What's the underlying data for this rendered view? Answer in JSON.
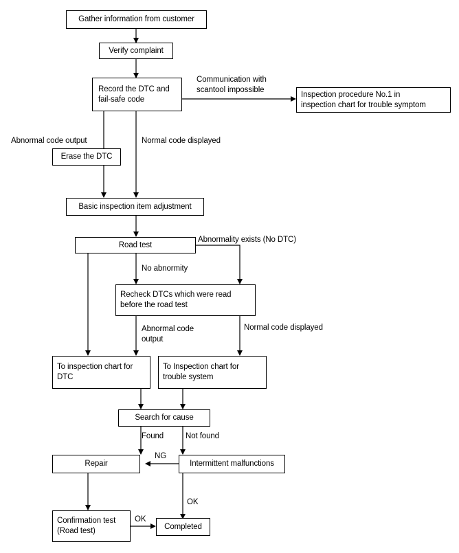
{
  "nodes": {
    "gather": "Gather information from customer",
    "verify": "Verify complaint",
    "record": "Record the DTC and\nfail-safe code",
    "inspect_no1": "Inspection procedure No.1 in\ninspection chart for trouble symptom",
    "erase": "Erase the DTC",
    "basic": "Basic inspection item adjustment",
    "road": "Road test",
    "recheck": "Recheck DTCs which were read\nbefore the road test",
    "chart_dtc": "To inspection chart for\nDTC",
    "chart_trouble": "To Inspection chart for\ntrouble system",
    "search": "Search for cause",
    "repair": "Repair",
    "intermittent": "Intermittent malfunctions",
    "confirm": "Confirmation test\n(Road test)",
    "completed": "Completed"
  },
  "edge_labels": {
    "comm_impossible": "Communication with\nscantool impossible",
    "abnormal_output": "Abnormal code output",
    "normal_displayed": "Normal code displayed",
    "abnormality_exists": "Abnormality exists (No DTC)",
    "no_abnormity": "No abnormity",
    "abnormal_output_2": "Abnormal code\noutput",
    "normal_displayed_2": "Normal code displayed",
    "found": "Found",
    "not_found": "Not found",
    "ng": "NG",
    "ok_vertical": "OK",
    "ok_horizontal": "OK"
  }
}
